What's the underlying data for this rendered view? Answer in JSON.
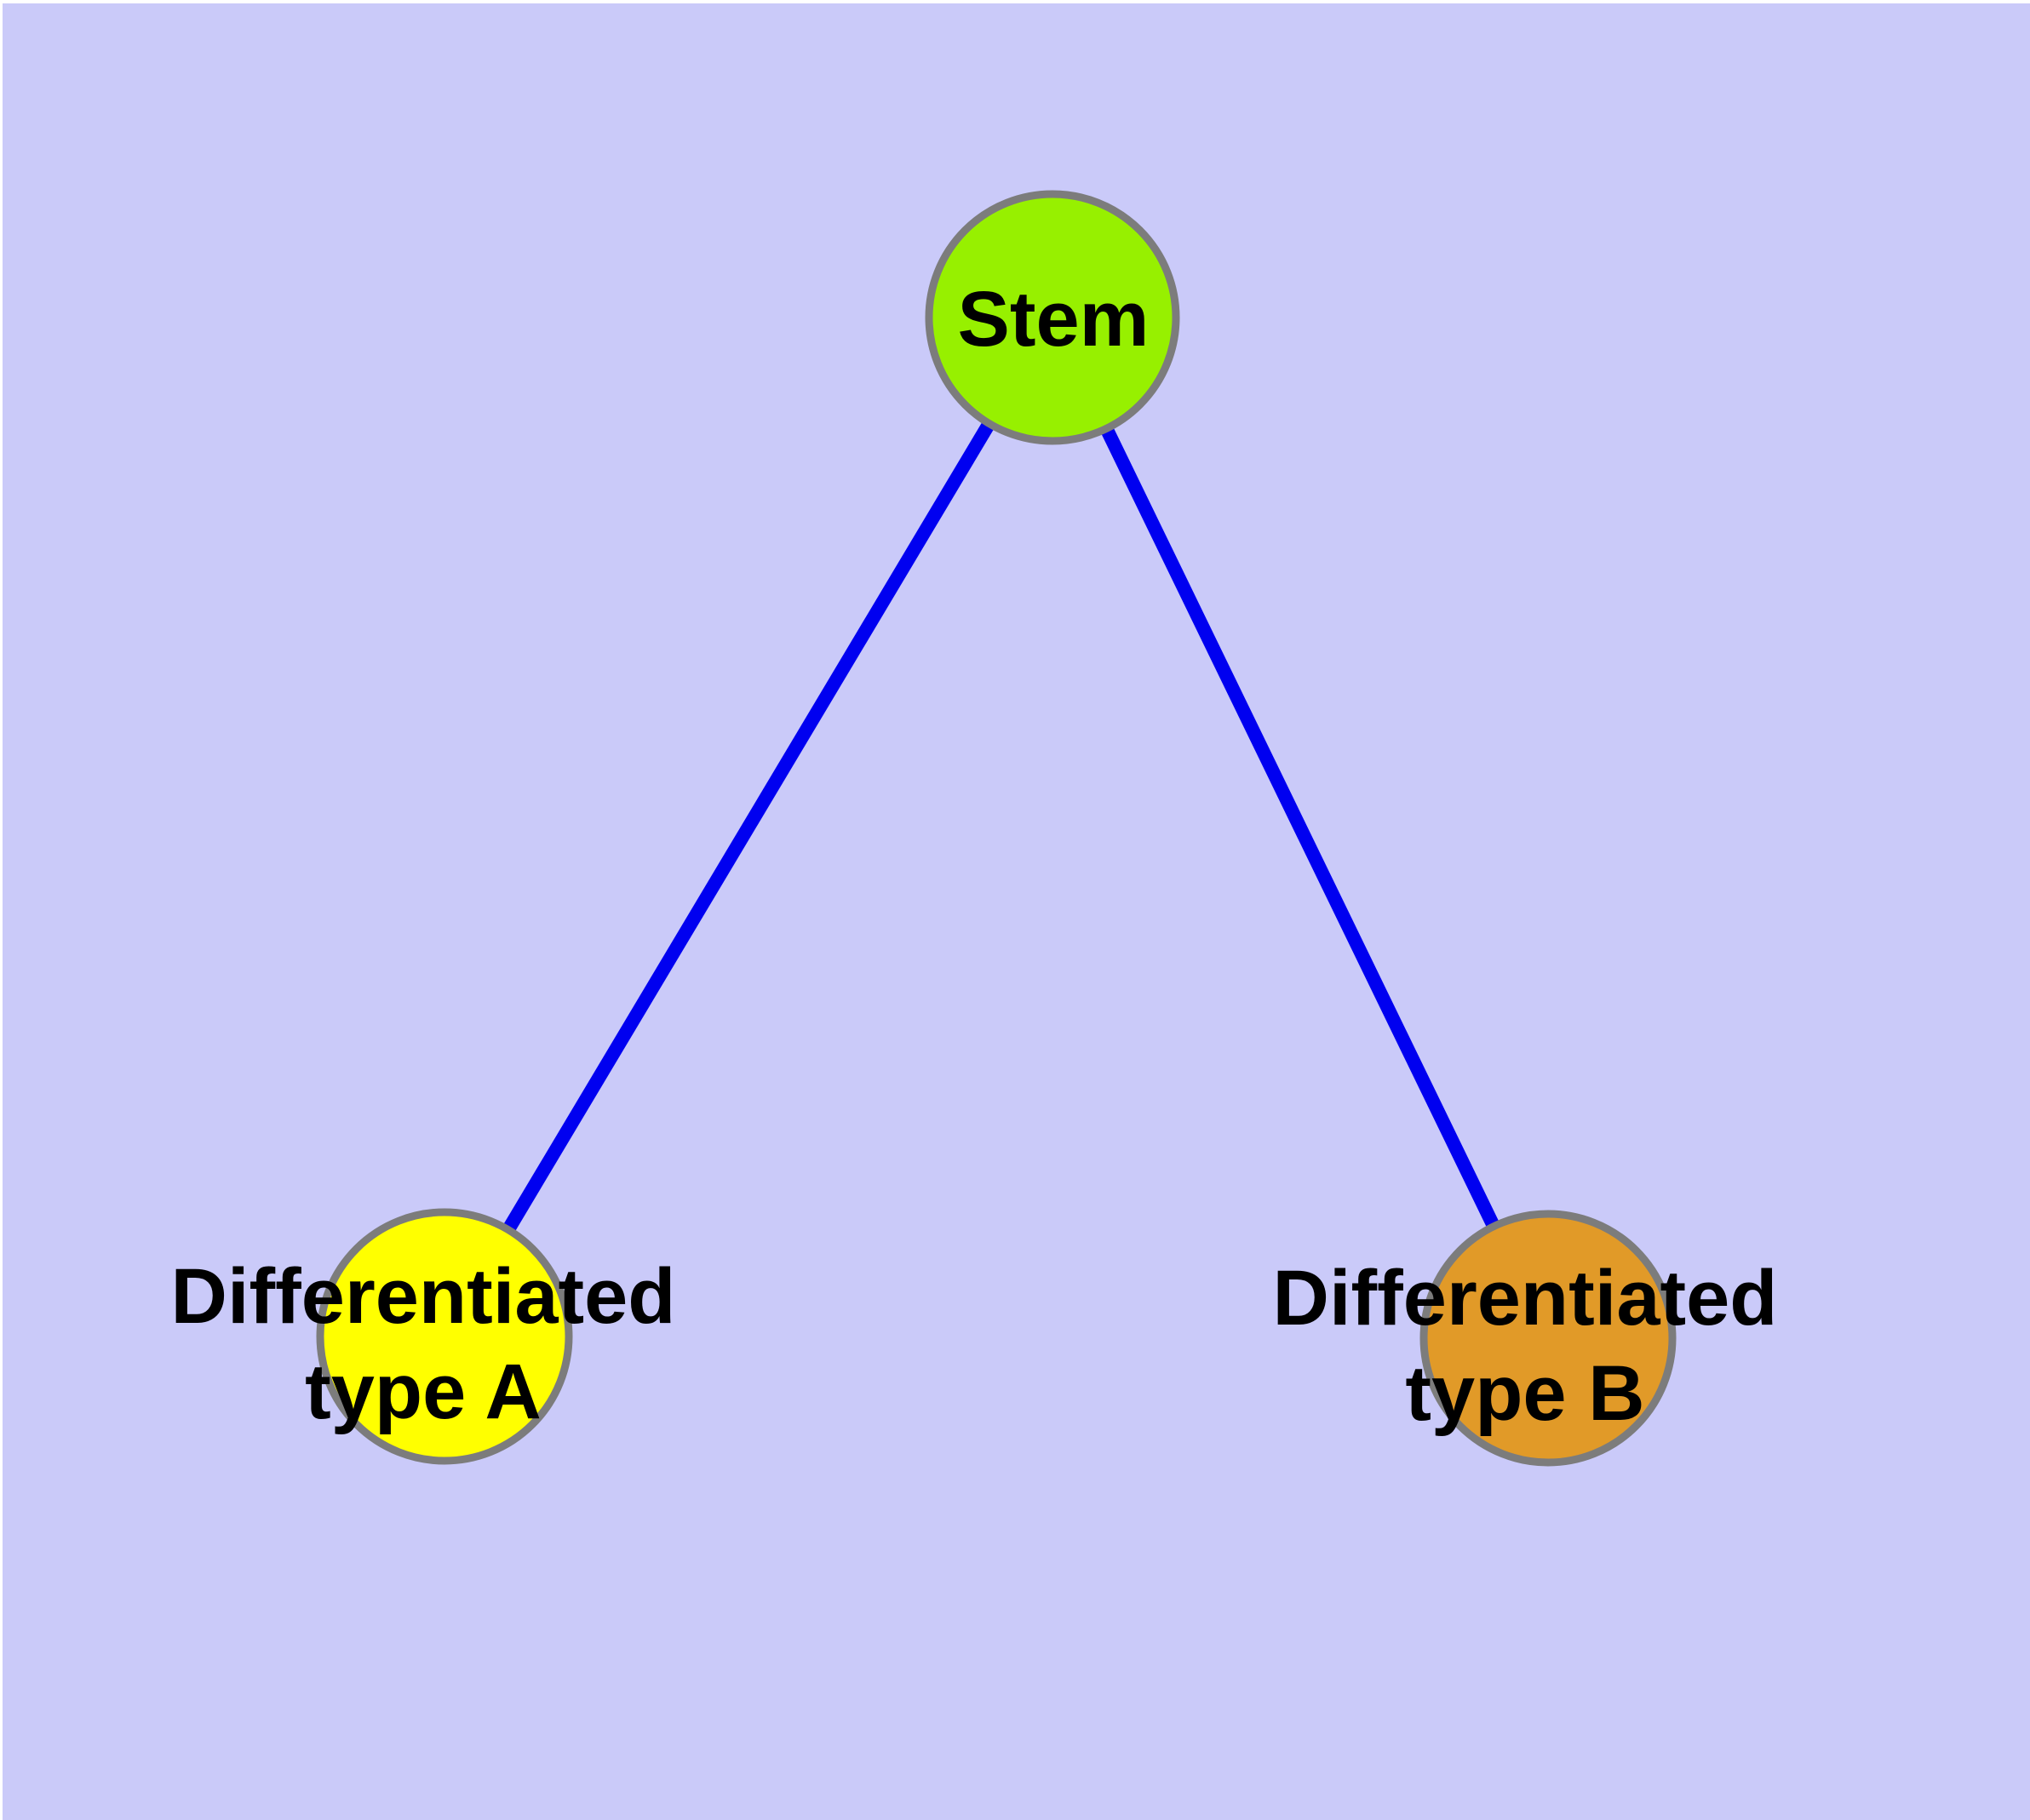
{
  "diagram": {
    "background_color": "#CACAF9",
    "edge_color": "#0000F0",
    "node_border_color": "#7C7C7C",
    "label_color": "#000000",
    "nodes": {
      "stem": {
        "label": "Stem",
        "fill": "#97F000"
      },
      "type_a": {
        "label": "Differentiated type A",
        "label_lines": [
          "Differentiated",
          "type A"
        ],
        "fill": "#FFFF00"
      },
      "type_b": {
        "label": "Differentiated type B",
        "label_lines": [
          "Differentiated",
          "type B"
        ],
        "fill": "#E19A28"
      }
    },
    "edges": [
      {
        "from": "stem",
        "to": "type_a"
      },
      {
        "from": "stem",
        "to": "type_b"
      }
    ]
  }
}
